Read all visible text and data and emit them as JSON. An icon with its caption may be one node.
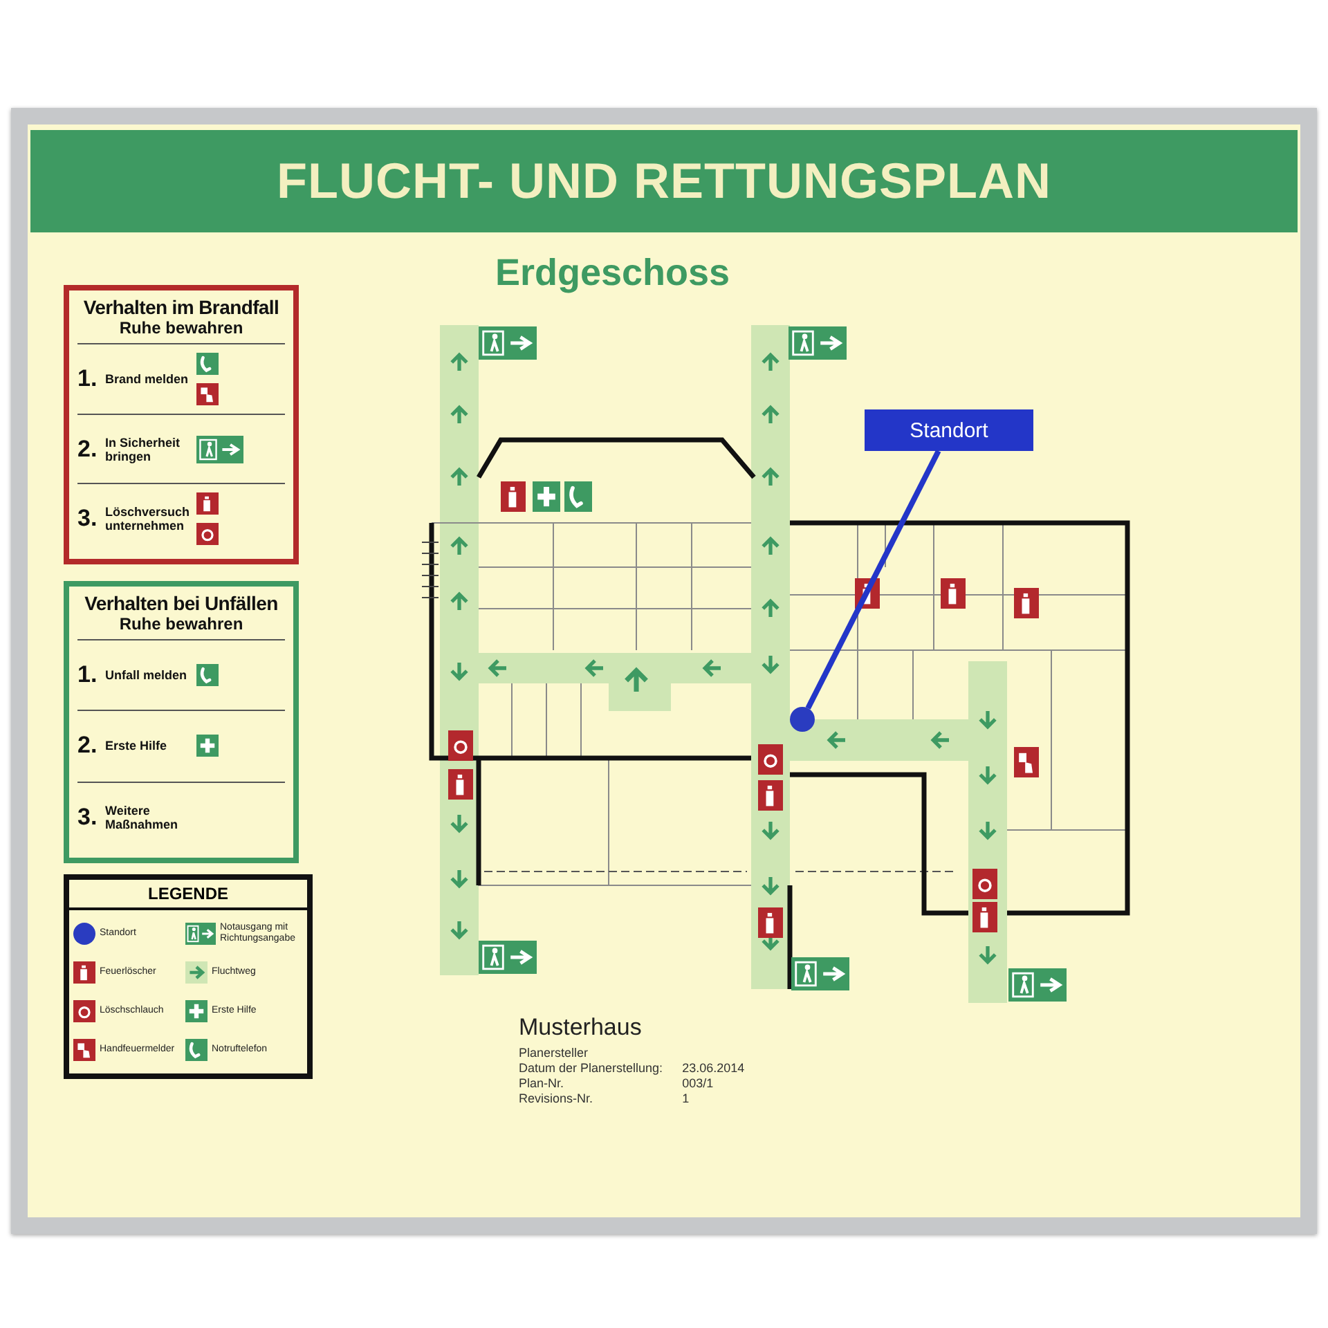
{
  "diagram": {
    "title": "FLUCHT- UND RETTUNGSPLAN",
    "nodes": [
      {
        "text": [
          "Verhalten im Brandfall",
          "Ruhe bewahren",
          "1.",
          "Brand melden",
          "2.",
          "In Sicherheit bringen",
          "3.",
          "Löschversuch unternehmen"
        ]
      },
      {
        "text": [
          "Verhalten bei Unfällen",
          "Ruhe bewahren",
          "1.",
          "Unfall melden",
          "2.",
          "Erste Hilfe",
          "3.",
          "Weitere Maßnahmen"
        ]
      },
      {
        "text": [
          "Standort"
        ]
      },
      {
        "text": [],
        "shape": "circle"
      }
    ],
    "edges": [
      {
        "from": 2,
        "to": 3,
        "arrow": "none"
      }
    ],
    "labels": [
      "Erdgeschoss",
      "LEGENDE",
      "Musterhaus",
      "Planersteller",
      "Datum der Planerstellung:",
      "23.06.2014",
      "Plan-Nr.",
      "003/1",
      "Revisions-Nr.",
      "1"
    ],
    "legend": [
      {
        "text": "Standort",
        "color": "#2a3cc0"
      },
      {
        "text": "Feuerlöscher"
      },
      {
        "text": "Löschschlauch"
      },
      {
        "text": "Handfeuermelder"
      },
      {
        "text": "Notausgang mit Richtungsangabe"
      },
      {
        "text": "Fluchtweg"
      },
      {
        "text": "Erste Hilfe"
      },
      {
        "text": "Notruftelefon"
      }
    ]
  }
}
